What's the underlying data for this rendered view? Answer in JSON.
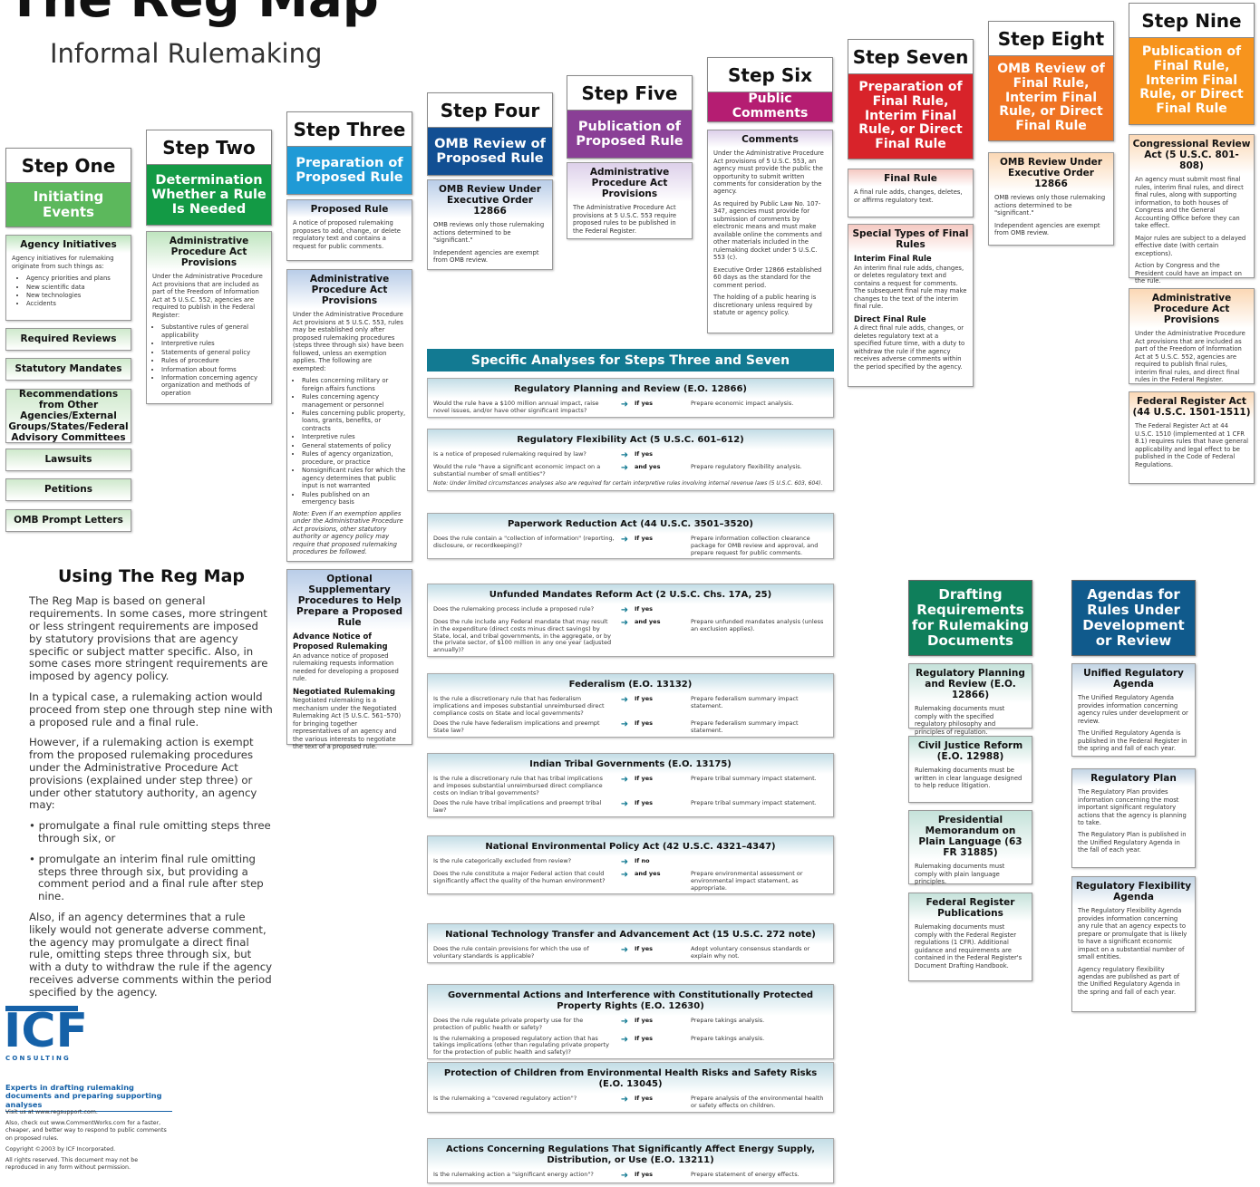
{
  "title": "The Reg Map",
  "subtitle": "Informal Rulemaking",
  "steps": [
    {
      "head": "Step One",
      "sub": "Initiating Events"
    },
    {
      "head": "Step Two",
      "sub": "Determination Whether a Rule Is Needed"
    },
    {
      "head": "Step Three",
      "sub": "Preparation of Proposed Rule"
    },
    {
      "head": "Step Four",
      "sub": "OMB Review of Proposed Rule"
    },
    {
      "head": "Step Five",
      "sub": "Publication of Proposed Rule"
    },
    {
      "head": "Step Six",
      "sub": "Public Comments"
    },
    {
      "head": "Step Seven",
      "sub": "Preparation of Final Rule, Interim Final Rule, or Direct Final Rule"
    },
    {
      "head": "Step Eight",
      "sub": "OMB Review of Final Rule, Interim Final Rule, or Direct Final Rule"
    },
    {
      "head": "Step Nine",
      "sub": "Publication of Final Rule, Interim Final Rule, or Direct Final Rule"
    }
  ],
  "s1": {
    "agency_title": "Agency Initiatives",
    "agency_intro": "Agency initiatives for rulemaking originate from such things as:",
    "agency_items": [
      "Agency priorities and plans",
      "New scientific data",
      "New technologies",
      "Accidents"
    ],
    "pills": [
      "Required Reviews",
      "Statutory Mandates",
      "Recommendations from Other Agencies/External Groups/States/Federal Advisory Committees",
      "Lawsuits",
      "Petitions",
      "OMB Prompt Letters"
    ]
  },
  "s2": {
    "title": "Administrative Procedure Act Provisions",
    "intro": "Under the Administrative Procedure Act provisions that are included as part of the Freedom of Information Act at 5 U.S.C. 552, agencies are required to publish in the Federal Register:",
    "items": [
      "Substantive rules of general applicability",
      "Interpretive rules",
      "Statements of general policy",
      "Rules of procedure",
      "Information about forms",
      "Information concerning agency organization and methods of operation"
    ]
  },
  "s3": {
    "proposed_title": "Proposed Rule",
    "proposed_text": "A notice of proposed rulemaking proposes to add, change, or delete regulatory text and contains a request for public comments.",
    "apa_title": "Administrative Procedure Act Provisions",
    "apa_intro": "Under the Administrative Procedure Act provisions at 5 U.S.C. 553, rules may be established only after proposed rulemaking procedures (steps three through six) have been followed, unless an exemption applies. The following are exempted:",
    "apa_items": [
      "Rules concerning military or foreign affairs functions",
      "Rules concerning agency management or personnel",
      "Rules concerning public property, loans, grants, benefits, or contracts",
      "Interpretive rules",
      "General statements of policy",
      "Rules of agency organization, procedure, or practice",
      "Nonsignificant rules for which the agency determines that public input is not warranted",
      "Rules published on an emergency basis"
    ],
    "apa_note": "Note: Even if an exemption applies under the Administrative Procedure Act provisions, other statutory authority or agency policy may require that proposed rulemaking procedures be followed.",
    "opt_title": "Optional Supplementary Procedures to Help Prepare a Proposed Rule",
    "anpr_title": "Advance Notice of Proposed Rulemaking",
    "anpr_text": "An advance notice of proposed rulemaking requests information needed for developing a proposed rule.",
    "neg_title": "Negotiated Rulemaking",
    "neg_text": "Negotiated rulemaking is a mechanism under the Negotiated Rulemaking Act (5 U.S.C. 561–570) for bringing together representatives of an agency and the various interests to negotiate the text of a proposed rule."
  },
  "s4": {
    "title": "OMB Review Under Executive Order 12866",
    "p1": "OMB reviews only those rulemaking actions determined to be \"significant.\"",
    "p2": "Independent agencies are exempt from OMB review."
  },
  "s5": {
    "title": "Administrative Procedure Act Provisions",
    "text": "The Administrative Procedure Act provisions at 5 U.S.C. 553 require proposed rules to be published in the Federal Register."
  },
  "s6": {
    "title": "Comments",
    "p1": "Under the Administrative Procedure Act provisions of 5 U.S.C. 553, an agency must provide the public the opportunity to submit written comments for consideration by the agency.",
    "p2": "As required by Public Law No. 107-347, agencies must provide for submission of comments by electronic means and must make available online the comments and other materials included in the rulemaking docket under 5 U.S.C. 553 (c).",
    "p3": "Executive Order 12866 established 60 days as the standard for the comment period.",
    "p4": "The holding of a public hearing is discretionary unless required by statute or agency policy."
  },
  "s7": {
    "final_title": "Final Rule",
    "final_text": "A final rule adds, changes, deletes, or affirms regulatory text.",
    "special_title": "Special Types of Final Rules",
    "interim_title": "Interim Final Rule",
    "interim_text": "An interim final rule adds, changes, or deletes regulatory text and contains a request for comments. The subsequent final rule may make changes to the text of the interim final rule.",
    "direct_title": "Direct Final Rule",
    "direct_text": "A direct final rule adds, changes, or deletes regulatory text at a specified future time, with a duty to withdraw the rule if the agency receives adverse comments within the period specified by the agency."
  },
  "s8": {
    "title": "OMB Review Under Executive Order 12866",
    "p1": "OMB reviews only those rulemaking actions determined to be \"significant.\"",
    "p2": "Independent agencies are exempt from OMB review."
  },
  "s9": {
    "cra_title": "Congressional Review Act (5 U.S.C. 801-808)",
    "cra_p1": "An agency must submit most final rules, interim final rules, and direct final rules, along with supporting information, to both houses of Congress and the General Accounting Office before they can take effect.",
    "cra_p2": "Major rules are subject to a delayed effective date (with certain exceptions).",
    "cra_p3": "Action by Congress and the President could have an impact on the rule.",
    "apa_title": "Administrative Procedure Act Provisions",
    "apa_text": "Under the Administrative Procedure Act provisions that are included as part of the Freedom of Information Act at 5 U.S.C. 552, agencies are required to publish final rules, interim final rules, and direct final rules in the Federal Register.",
    "fra_title": "Federal Register Act (44 U.S.C. 1501-1511)",
    "fra_text": "The Federal Register Act at 44 U.S.C. 1510 (implemented at 1 CFR 8.1) requires rules that have general applicability and legal effect to be published in the Code of Federal Regulations."
  },
  "using": {
    "title": "Using The Reg Map",
    "p1": "The Reg Map is based on general requirements. In some cases, more stringent or less stringent requirements are imposed by statutory provisions that are agency specific or subject matter specific. Also, in some cases more stringent requirements are imposed by agency policy.",
    "p2": "In a typical case, a rulemaking action would proceed from step one through step nine with a proposed rule and a final rule.",
    "p3": "However, if a rulemaking action is exempt from the proposed rulemaking procedures under the Administrative Procedure Act provisions (explained under step three) or under other statutory authority, an agency may:",
    "b1": "• promulgate a final rule omitting steps three through six, or",
    "b2": "• promulgate an interim final rule omitting steps three through six, but providing a comment period and a final rule after step nine.",
    "p4": "Also, if an agency determines that a rule likely would not generate adverse comment, the agency may promulgate a direct final rule, omitting steps three through six, but with a duty to withdraw the rule if the agency receives adverse comments within the period specified by the agency."
  },
  "analyses": {
    "title": "Specific Analyses for Steps Three and Seven",
    "sections": [
      {
        "title": "Regulatory Planning and Review (E.O. 12866)",
        "rows": [
          {
            "q": "Would the rule have a $100 million annual impact, raise novel issues, and/or have other significant impacts?",
            "c": "If yes",
            "a": "Prepare economic impact analysis."
          }
        ]
      },
      {
        "title": "Regulatory Flexibility Act (5 U.S.C. 601–612)",
        "rows": [
          {
            "q": "Is a notice of proposed rulemaking required by law?",
            "c": "If yes",
            "a": ""
          },
          {
            "q": "Would the rule \"have a significant economic impact on a substantial number of small entities\"?",
            "c": "and yes",
            "a": "Prepare regulatory flexibility analysis."
          }
        ],
        "note": "Note: Under limited circumstances analyses also are required for certain interpretive rules involving internal revenue laws (5 U.S.C. 603, 604)."
      },
      {
        "title": "Paperwork Reduction Act (44 U.S.C. 3501–3520)",
        "rows": [
          {
            "q": "Does the rule contain a \"collection of information\" (reporting, disclosure, or recordkeeping)?",
            "c": "If yes",
            "a": "Prepare information collection clearance package for OMB review and approval, and prepare request for public comments."
          }
        ]
      },
      {
        "title": "Unfunded Mandates Reform Act (2 U.S.C. Chs. 17A, 25)",
        "rows": [
          {
            "q": "Does the rulemaking process include a proposed rule?",
            "c": "If yes",
            "a": ""
          },
          {
            "q": "Does the rule include any Federal mandate that may result in the expenditure (direct costs minus direct savings) by State, local, and tribal governments, in the aggregate, or by the private sector, of $100 million in any one year (adjusted annually)?",
            "c": "and yes",
            "a": "Prepare unfunded mandates analysis (unless an exclusion applies)."
          }
        ]
      },
      {
        "title": "Federalism (E.O. 13132)",
        "rows": [
          {
            "q": "Is the rule a discretionary rule that has federalism implications and imposes substantial unreimbursed direct compliance costs on State and local governments?",
            "c": "If yes",
            "a": "Prepare federalism summary impact statement."
          },
          {
            "q": "Does the rule have federalism implications and preempt State law?",
            "c": "If yes",
            "a": "Prepare federalism summary impact statement."
          }
        ]
      },
      {
        "title": "Indian Tribal Governments (E.O. 13175)",
        "rows": [
          {
            "q": "Is the rule a discretionary rule that has tribal implications and imposes substantial unreimbursed direct compliance costs on Indian tribal governments?",
            "c": "If yes",
            "a": "Prepare tribal summary impact statement."
          },
          {
            "q": "Does the rule have tribal implications and preempt tribal law?",
            "c": "If yes",
            "a": "Prepare tribal summary impact statement."
          }
        ]
      },
      {
        "title": "National Environmental Policy Act (42 U.S.C. 4321–4347)",
        "rows": [
          {
            "q": "Is the rule categorically excluded from review?",
            "c": "If no",
            "a": ""
          },
          {
            "q": "Does the rule constitute a major Federal action that could significantly affect the quality of the human environment?",
            "c": "and yes",
            "a": "Prepare environmental assessment or environmental impact statement, as appropriate."
          }
        ]
      },
      {
        "title": "National Technology Transfer and Advancement Act (15 U.S.C. 272 note)",
        "rows": [
          {
            "q": "Does the rule contain provisions for which the use of voluntary standards is applicable?",
            "c": "If yes",
            "a": "Adopt voluntary consensus standards or explain why not."
          }
        ]
      },
      {
        "title": "Governmental Actions and Interference with Constitutionally Protected Property Rights (E.O. 12630)",
        "rows": [
          {
            "q": "Does the rule regulate private property use for the protection of public health or safety?",
            "c": "If yes",
            "a": "Prepare takings analysis."
          },
          {
            "q": "Is the rulemaking a proposed regulatory action that has takings implications (other than regulating private property for the protection of public health and safety)?",
            "c": "If yes",
            "a": "Prepare takings analysis."
          }
        ]
      },
      {
        "title": "Protection of Children from Environmental Health Risks and Safety Risks (E.O. 13045)",
        "rows": [
          {
            "q": "Is the rulemaking a \"covered regulatory action\"?",
            "c": "If yes",
            "a": "Prepare analysis of the environmental health or safety effects on children."
          }
        ]
      },
      {
        "title": "Actions Concerning Regulations That Significantly Affect Energy Supply, Distribution, or Use (E.O. 13211)",
        "rows": [
          {
            "q": "Is the rulemaking action a \"significant energy action\"?",
            "c": "If yes",
            "a": "Prepare statement of energy effects."
          }
        ]
      }
    ]
  },
  "drafting": {
    "title": "Drafting Requirements for Rulemaking Documents",
    "cards": [
      {
        "title": "Regulatory Planning and Review (E.O. 12866)",
        "text": "Rulemaking documents must comply with the specified regulatory philosophy and principles of regulation."
      },
      {
        "title": "Civil Justice Reform (E.O. 12988)",
        "text": "Rulemaking documents must be written in clear language designed to help reduce litigation."
      },
      {
        "title": "Presidential Memorandum on Plain Language (63 FR 31885)",
        "text": "Rulemaking documents must comply with plain language principles."
      },
      {
        "title": "Federal Register Publications",
        "text": "Rulemaking documents must comply with the Federal Register regulations (1 CFR). Additional guidance and requirements are contained in the Federal Register's Document Drafting Handbook."
      }
    ]
  },
  "agendas": {
    "title": "Agendas for Rules Under Development or Review",
    "cards": [
      {
        "title": "Unified Regulatory Agenda",
        "p1": "The Unified Regulatory Agenda provides information concerning agency rules under development or review.",
        "p2": "The Unified Regulatory Agenda is published in the Federal Register in the spring and fall of each year."
      },
      {
        "title": "Regulatory Plan",
        "p1": "The Regulatory Plan provides information concerning the most important significant regulatory actions that the agency is planning to take.",
        "p2": "The Regulatory Plan is published in the Unified Regulatory Agenda in the fall of each year."
      },
      {
        "title": "Regulatory Flexibility Agenda",
        "p1": "The Regulatory Flexibility Agenda provides information concerning any rule that an agency expects to prepare or promulgate that is likely to have a significant economic impact on a substantial number of small entities.",
        "p2": "Agency regulatory flexibility agendas are published as part of the Unified Regulatory Agenda in the spring and fall of each year."
      }
    ]
  },
  "icf": {
    "logo": "ICF",
    "logo_sub": "CONSULTING",
    "tagline": "Experts in drafting rulemaking documents and preparing supporting analyses",
    "visit": "Visit us at www.regsupport.com.",
    "check": "Also, check out www.CommentWorks.com for a faster, cheaper, and better way to respond to public comments on proposed rules.",
    "copyright": "Copyright ©2003 by ICF Incorporated.",
    "rights": "All rights reserved. This document may not be reproduced in any form without permission."
  },
  "colors": {
    "green": "#5cb85c",
    "green2": "#139a45",
    "blue": "#1f9ad6",
    "navy": "#124f93",
    "purple": "#8a3f96",
    "magenta": "#b51d72",
    "red": "#d8232a",
    "orange": "#f07423",
    "amber": "#f7941d",
    "teal": "#127a92",
    "drafting": "#0f7f5b",
    "agendas": "#105a8c"
  }
}
